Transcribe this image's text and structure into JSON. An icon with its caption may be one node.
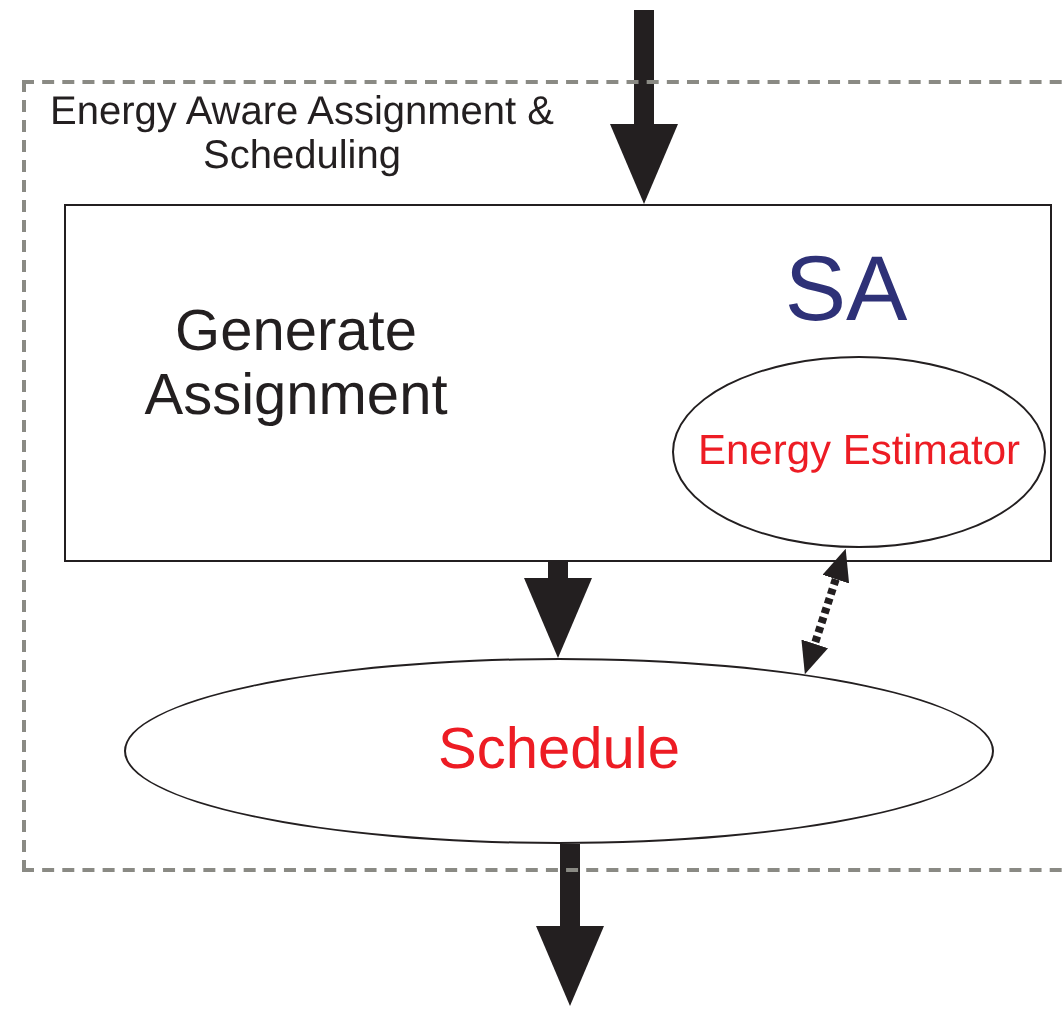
{
  "diagram": {
    "nodes": [
      {
        "text": [
          "Energy Aware Assignment & Scheduling"
        ]
      },
      {
        "text": [
          "SA",
          "Generate Assignment"
        ],
        "in": 0
      },
      {
        "text": [
          "Energy Estimator"
        ],
        "in": 1
      },
      {
        "text": [
          "Schedule"
        ],
        "in": 0
      }
    ],
    "edges": [
      {
        "from": null,
        "to": 1,
        "arrow": "to"
      },
      {
        "from": 1,
        "to": 3,
        "arrow": "to"
      },
      {
        "from": 2,
        "to": 3,
        "arrow": "both",
        "style": "dashed"
      },
      {
        "from": 3,
        "to": null,
        "arrow": "to"
      }
    ]
  }
}
